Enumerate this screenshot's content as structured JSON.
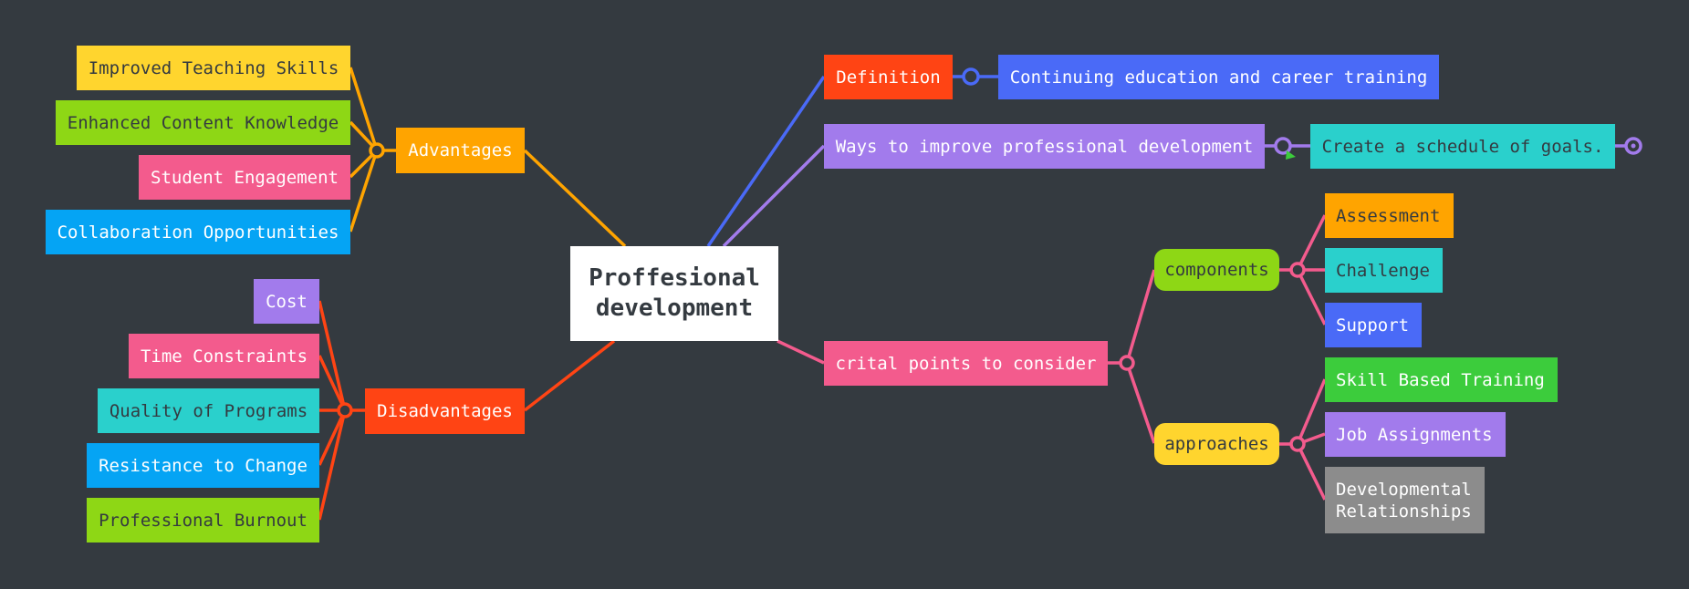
{
  "colors": {
    "background": "#343a40",
    "yellow": "#ffd52e",
    "green": "#8ed715",
    "pink": "#f35b8d",
    "blue": "#05a4f4",
    "orange": "#ffa400",
    "purple": "#a27bec",
    "teal": "#2ad0cc",
    "red": "#ff4414",
    "royal_blue": "#4a6af7",
    "bright_green": "#3ccc3c",
    "gray": "#8c8c8c"
  },
  "root": {
    "label": "Proffesional development"
  },
  "left": {
    "advantages": {
      "label": "Advantages",
      "children": [
        "Improved Teaching Skills",
        "Enhanced Content Knowledge",
        "Student Engagement",
        "Collaboration Opportunities"
      ]
    },
    "disadvantages": {
      "label": "Disadvantages",
      "children": [
        "Cost",
        "Time Constraints",
        "Quality of Programs",
        "Resistance to Change",
        "Professional Burnout"
      ]
    }
  },
  "right": {
    "definition": {
      "label": "Definition",
      "child": "Continuing education and career training"
    },
    "ways": {
      "label": "Ways to improve professional development",
      "child": "Create a schedule of goals."
    },
    "critical": {
      "label": "crital points to consider",
      "components": {
        "label": "components",
        "children": [
          "Assessment",
          "Challenge",
          "Support"
        ]
      },
      "approaches": {
        "label": "approaches",
        "children": [
          "Skill Based Training",
          "Job Assignments",
          "Developmental Relationships"
        ]
      }
    }
  }
}
